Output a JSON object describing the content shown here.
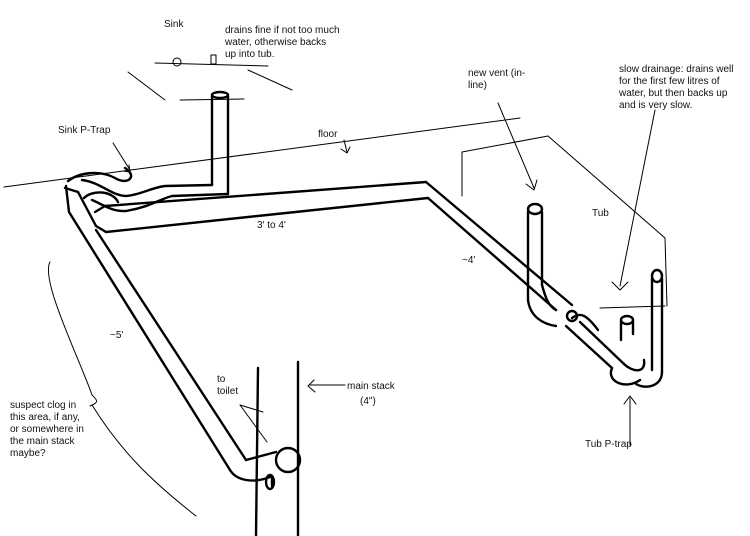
{
  "labels": {
    "sink": "Sink",
    "sink_note": [
      "drains fine if not too much",
      "water, otherwise backs",
      "up into tub."
    ],
    "sink_ptrap": "Sink P-Trap",
    "floor": "floor",
    "new_vent": [
      "new vent (in-",
      "line)"
    ],
    "slow_drainage": [
      "slow drainage: drains well",
      "for the first few litres of",
      "water, but then backs up",
      "and is very slow."
    ],
    "tub": "Tub",
    "three_to_four": "3' to 4'",
    "approx_four": "~4'",
    "approx_five": "~5'",
    "to_toilet": [
      "to",
      "toilet"
    ],
    "main_stack": [
      "main stack",
      "(4\")"
    ],
    "suspect_clog": [
      "suspect clog in",
      "this area, if any,",
      "or somewhere in",
      "the main stack",
      "maybe?"
    ],
    "tub_ptrap": "Tub P-trap"
  },
  "colors": {
    "ink": "#000000"
  }
}
